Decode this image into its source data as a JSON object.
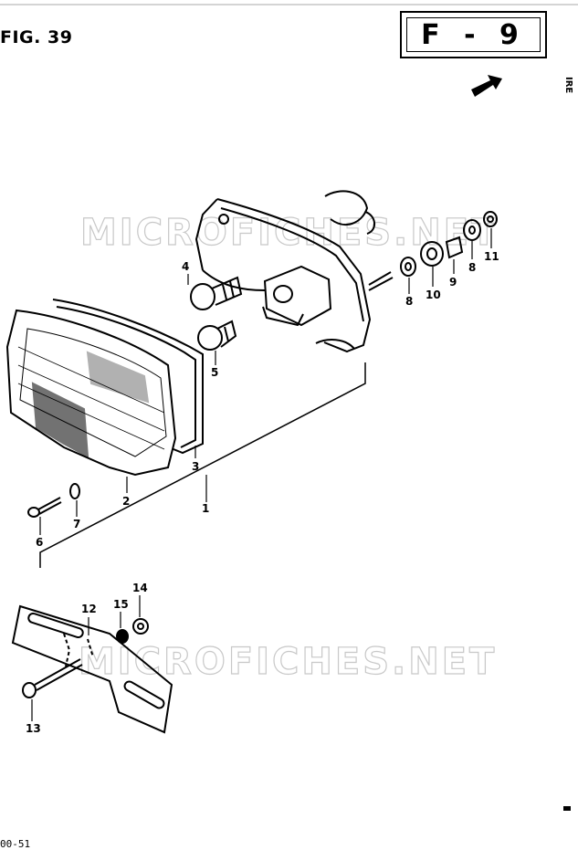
{
  "header": {
    "figure_label": "FIG. 39",
    "section_code": "F - 9",
    "side_mark": "IRE"
  },
  "watermarks": [
    "MICROFICHES.NET",
    "MICROFICHES.NET"
  ],
  "parts": [
    {
      "ref": "1"
    },
    {
      "ref": "2"
    },
    {
      "ref": "3"
    },
    {
      "ref": "4"
    },
    {
      "ref": "5"
    },
    {
      "ref": "6"
    },
    {
      "ref": "7"
    },
    {
      "ref": "8"
    },
    {
      "ref": "8"
    },
    {
      "ref": "9"
    },
    {
      "ref": "10"
    },
    {
      "ref": "11"
    },
    {
      "ref": "12"
    },
    {
      "ref": "13"
    },
    {
      "ref": "14"
    },
    {
      "ref": "15"
    }
  ],
  "footer": {
    "code": "00-51"
  }
}
